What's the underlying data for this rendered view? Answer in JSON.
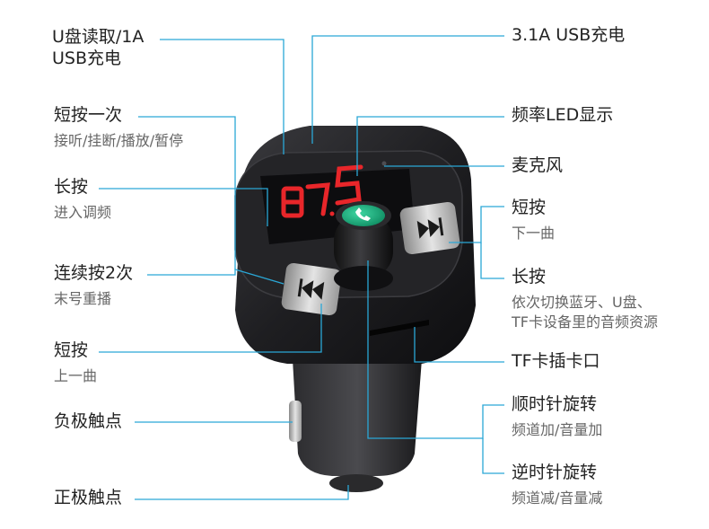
{
  "colors": {
    "leader_line": "#2aa7d6",
    "body_dark": "#1c1c1e",
    "body_mid": "#2b2b2e",
    "display_red": "#e8262a",
    "button_grey": "#d9d9d9",
    "knob_green": "#1aa67a",
    "metal": "#b9b9b9"
  },
  "device": {
    "display_digits": "87.5",
    "forward_icon": "skip-forward-icon",
    "back_icon": "skip-back-icon",
    "phone_icon": "phone-icon"
  },
  "callouts": {
    "left": [
      {
        "id": "usb-read",
        "title_lines": [
          "U盘读取/1A",
          "USB充电"
        ],
        "sub_lines": []
      },
      {
        "id": "short-press-call",
        "title_lines": [
          "短按一次"
        ],
        "sub_lines": [
          "接听/挂断/播放/暂停"
        ]
      },
      {
        "id": "long-press-tune",
        "title_lines": [
          "长按"
        ],
        "sub_lines": [
          "进入调频"
        ]
      },
      {
        "id": "double-press",
        "title_lines": [
          "连续按2次"
        ],
        "sub_lines": [
          "末号重播"
        ]
      },
      {
        "id": "short-press-prev",
        "title_lines": [
          "短按"
        ],
        "sub_lines": [
          "上一曲"
        ]
      },
      {
        "id": "negative-contact",
        "title_lines": [
          "负极触点"
        ],
        "sub_lines": []
      },
      {
        "id": "positive-contact",
        "title_lines": [
          "正极触点"
        ],
        "sub_lines": []
      }
    ],
    "right": [
      {
        "id": "usb-charge",
        "title_lines": [
          "3.1A USB充电"
        ],
        "sub_lines": []
      },
      {
        "id": "led-display",
        "title_lines": [
          "频率LED显示"
        ],
        "sub_lines": []
      },
      {
        "id": "microphone",
        "title_lines": [
          "麦克风"
        ],
        "sub_lines": []
      },
      {
        "id": "short-press-next",
        "title_lines": [
          "短按"
        ],
        "sub_lines": [
          "下一曲"
        ]
      },
      {
        "id": "long-press-switch",
        "title_lines": [
          "长按"
        ],
        "sub_lines": [
          "依次切换蓝牙、U盘、",
          "TF卡设备里的音频资源"
        ]
      },
      {
        "id": "tf-slot",
        "title_lines": [
          "TF卡插卡口"
        ],
        "sub_lines": []
      },
      {
        "id": "clockwise",
        "title_lines": [
          "顺时针旋转"
        ],
        "sub_lines": [
          "频道加/音量加"
        ]
      },
      {
        "id": "counter-clockwise",
        "title_lines": [
          "逆时针旋转"
        ],
        "sub_lines": [
          "频道减/音量减"
        ]
      }
    ]
  }
}
